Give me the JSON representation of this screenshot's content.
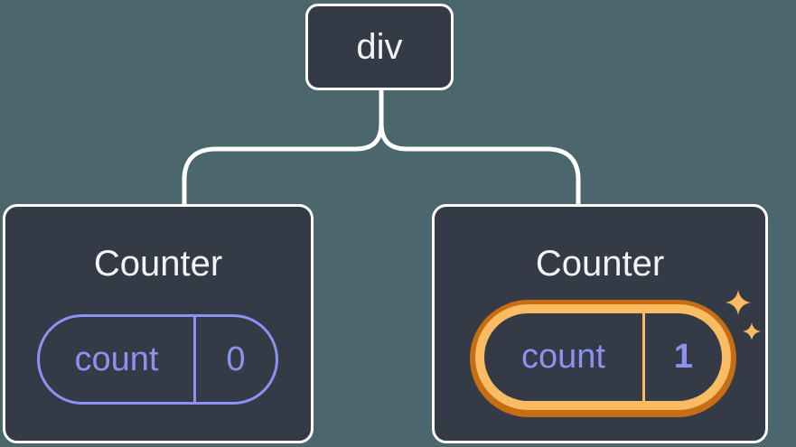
{
  "page": {
    "background_color": "#4b666d"
  },
  "tree": {
    "root": {
      "label": "div"
    },
    "children": [
      {
        "title": "Counter",
        "state": {
          "key": "count",
          "value": "0"
        },
        "highlighted": false
      },
      {
        "title": "Counter",
        "state": {
          "key": "count",
          "value": "1"
        },
        "highlighted": true
      }
    ]
  },
  "icons": {
    "sparkles": {
      "name": "sparkle-icon",
      "glyph": "✦",
      "count": 2
    }
  },
  "colors": {
    "page_bg": "#4b666d",
    "card_bg": "#343a46",
    "card_border": "#ffffff",
    "connector": "#ffffff",
    "title_text": "#f2f3f5",
    "state_accent": "#8b92f0",
    "highlight_dark_orange": "#c76e14",
    "highlight_light_orange": "#f9bc63"
  }
}
